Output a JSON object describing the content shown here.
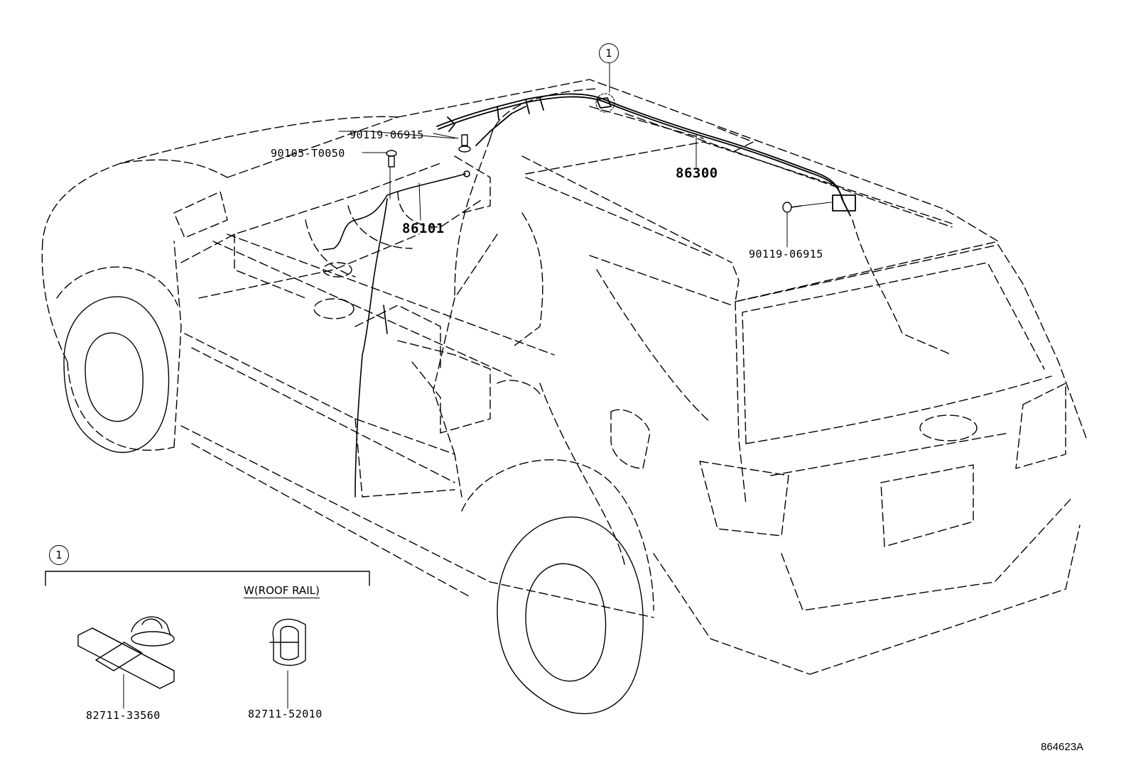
{
  "diagram": {
    "part_numbers": {
      "harness_roof": "86300",
      "harness_instrument": "86101",
      "bolt_front_upper": "90119-06915",
      "bolt_front_lower": "90105-T0050",
      "bolt_rear": "90119-06915",
      "clamp_standard": "82711-33560",
      "clamp_roof_rail": "82711-52010"
    },
    "detail_marker": "1",
    "detail_variant_label": "W(ROOF RAIL)",
    "reference_code": "864623A"
  }
}
